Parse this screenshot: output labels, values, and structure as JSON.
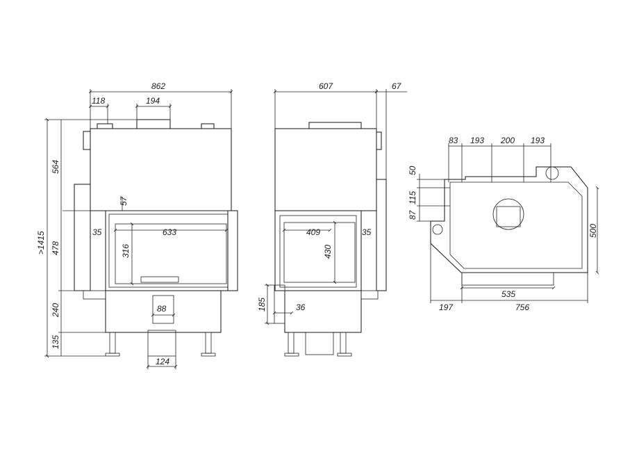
{
  "colors": {
    "line": "#111111",
    "body_fill": "#ffffff",
    "background": "#ffffff"
  },
  "front_view": {
    "dims": {
      "total_width": "862",
      "left_offset": "118",
      "outlet_width": "194",
      "top_height": "564",
      "glass_top": "57",
      "total_height": ">1415",
      "window_height": "478",
      "glass_side": "35",
      "glass_width": "633",
      "glass_height": "316",
      "base_height": "240",
      "air_inlet": "88",
      "leg_height": "135",
      "duct_width": "124"
    }
  },
  "side_view": {
    "dims": {
      "depth": "607",
      "rear_extra": "67",
      "side_glass_width": "409",
      "side_glass_height": "430",
      "side_glass_margin": "35",
      "ash_height": "185",
      "ash_offset": "36"
    }
  },
  "plan_view": {
    "dims": {
      "left_margin": "83",
      "segment_1": "193",
      "segment_center": "200",
      "segment_2": "193",
      "offset_50": "50",
      "offset_115": "115",
      "offset_87": "87",
      "right_depth": "500",
      "inner_width": "535",
      "left_extra": "197",
      "overall_width": "756"
    }
  }
}
